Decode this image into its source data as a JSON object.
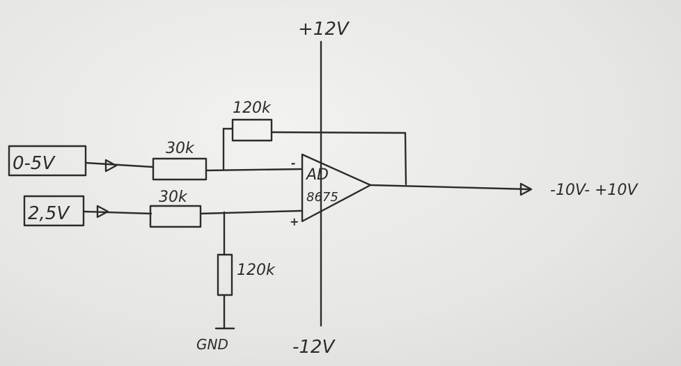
{
  "supply": {
    "positive": "+12V",
    "negative": "-12V"
  },
  "inputs": {
    "signal": "0-5V",
    "offset": "2,5V"
  },
  "resistors": {
    "r_in_signal": "30k",
    "r_in_offset": "30k",
    "r_feedback": "120k",
    "r_ground": "120k"
  },
  "opamp": {
    "line1": "AD",
    "line2": "8675",
    "minus_sign": "-",
    "plus_sign": "+"
  },
  "ground": "GND",
  "output": "-10V- +10V"
}
